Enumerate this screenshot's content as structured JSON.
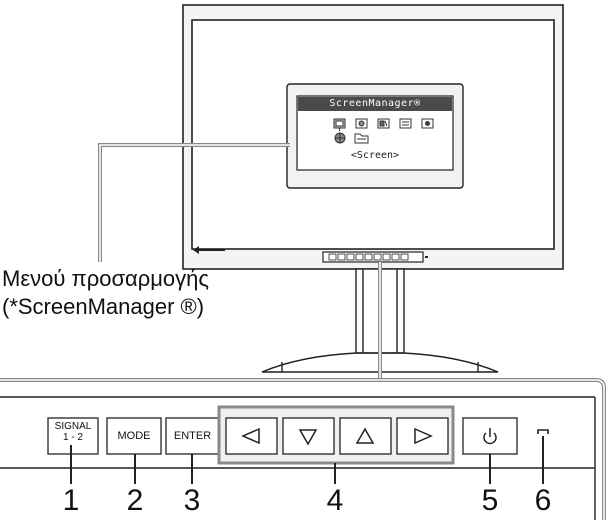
{
  "osd": {
    "title": "ScreenManager®",
    "subtitle": "<Screen>",
    "icon_names": [
      "screen-icon",
      "color-icon",
      "power-manager-icon",
      "others-icon",
      "information-icon",
      "language-icon",
      "folder-icon"
    ]
  },
  "callout": {
    "line1": "Μενού προσαρμογής",
    "line2": "(*ScreenManager ®)"
  },
  "buttons": {
    "signal_line1": "SIGNAL",
    "signal_line2": "1 - 2",
    "mode": "MODE",
    "enter": "ENTER",
    "arrow_icons": [
      "left-arrow-icon",
      "down-arrow-icon",
      "up-arrow-icon",
      "right-arrow-icon"
    ],
    "power_icon": "power-icon",
    "indicator_icon": "power-indicator-icon"
  },
  "numbers": [
    "1",
    "2",
    "3",
    "4",
    "5",
    "6"
  ],
  "colors": {
    "line": "#222222",
    "bezel_fill": "#f4f4f4",
    "panel_fill": "#ffffff",
    "osd_fill": "#f2f2f2",
    "osd_title_bar": "#4a4a4a"
  }
}
